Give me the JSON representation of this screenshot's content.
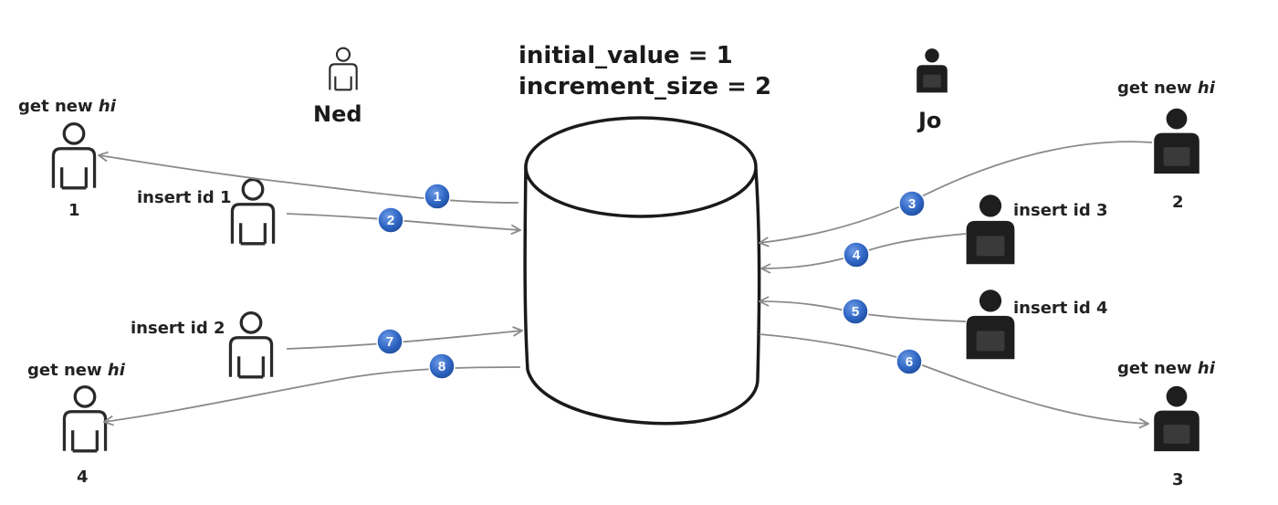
{
  "config": {
    "line1": "initial_value = 1",
    "line2": "increment_size = 2"
  },
  "actors": {
    "ned": "Ned",
    "jo": "Jo"
  },
  "labels": {
    "get_new_hi_prefix": "get new ",
    "hi": "hi",
    "insert_id_1": "insert id 1",
    "insert_id_2": "insert id 2",
    "insert_id_3": "insert id 3",
    "insert_id_4": "insert id 4",
    "client_1": "1",
    "client_2": "2",
    "client_3": "3",
    "client_4": "4"
  },
  "steps": [
    "1",
    "2",
    "3",
    "4",
    "5",
    "6",
    "7",
    "8"
  ],
  "colors": {
    "ned_person": "#ffffff",
    "jo_person": "#1e1e1e",
    "badge": "#2f66c4",
    "arrow": "#8a8a8a"
  },
  "icons": {
    "outline_person": "person-outline-icon",
    "filled_person": "person-filled-icon",
    "database": "database-cylinder-icon"
  }
}
